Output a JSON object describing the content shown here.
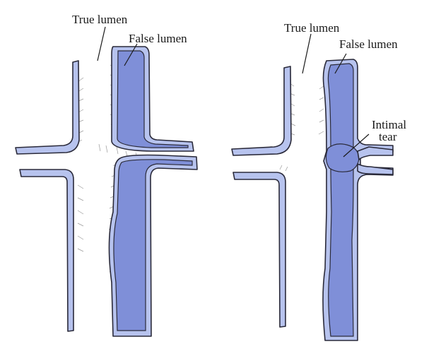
{
  "panels": {
    "left": {
      "true_lumen_label": "True lumen",
      "false_lumen_label": "False lumen"
    },
    "right": {
      "true_lumen_label": "True lumen",
      "false_lumen_label": "False lumen",
      "tear_label_line1": "Intimal",
      "tear_label_line2": "tear"
    }
  },
  "colors": {
    "vessel_wall": "#b7c3ee",
    "false_lumen": "#7f8fd8",
    "outline": "#2a2a3a",
    "background": "#ffffff"
  }
}
